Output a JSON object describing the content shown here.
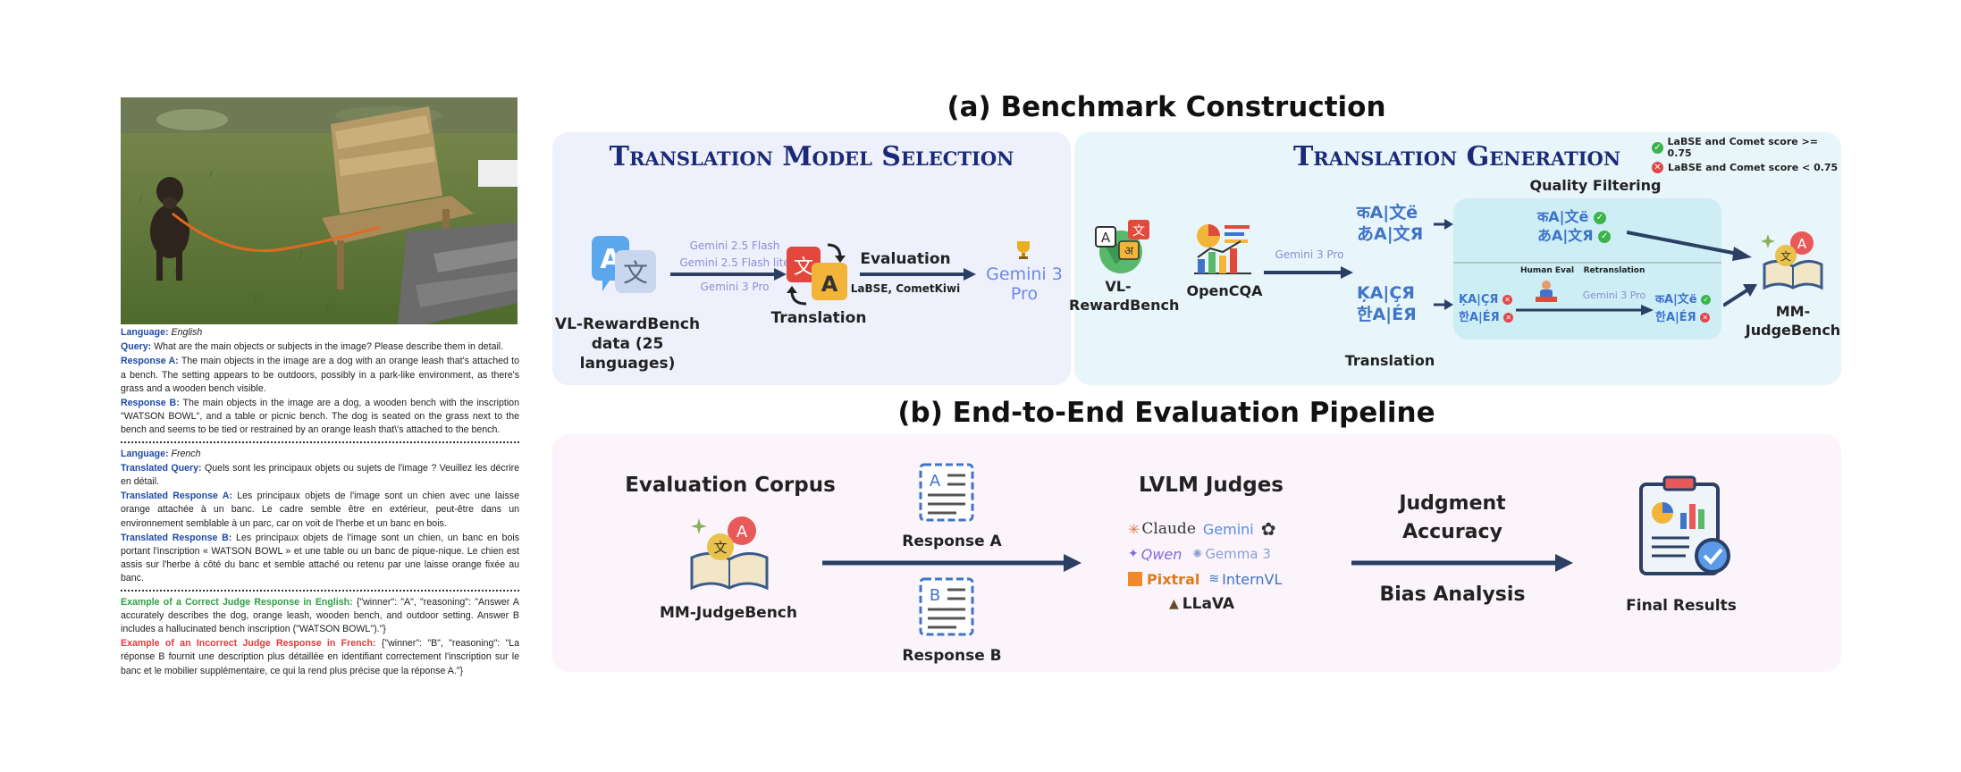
{
  "left": {
    "english": {
      "language_label": "Language:",
      "language_value": "English",
      "query_label": "Query:",
      "query": "What are the main objects or subjects in the image? Please describe them in detail.",
      "response_a_label": "Response A:",
      "response_a": "The main objects in the image are a dog with an orange leash that's attached to a bench. The setting appears to be outdoors, possibly in a park-like environment, as there's grass and a wooden bench visible.",
      "response_b_label": "Response B:",
      "response_b": "The main objects in the image are a dog, a wooden bench with the inscription \"WATSON BOWL\", and a table or picnic bench. The dog is seated on the grass next to the bench and seems to be tied or restrained by an orange leash that\\'s attached to the bench."
    },
    "french": {
      "language_label": "Language:",
      "language_value": "French",
      "query_label": "Translated Query:",
      "query": "Quels sont les principaux objets ou sujets de l'image ? Veuillez les décrire en détail.",
      "response_a_label": "Translated Response A:",
      "response_a": "Les principaux objets de l'image sont un chien avec une laisse orange attachée à un banc. Le cadre semble être en extérieur, peut-être dans un environnement semblable à un parc, car on voit de l'herbe et un banc en bois.",
      "response_b_label": "Translated Response B:",
      "response_b": "Les principaux objets de l'image sont un chien, un banc en bois portant l'inscription « WATSON BOWL » et une table ou un banc de pique-nique. Le chien est assis sur l'herbe à côté du banc et semble attaché ou retenu par une laisse orange fixée au banc."
    },
    "examples": {
      "correct_label": "Example of a Correct Judge Response in English:",
      "correct_text": "{\"winner\": \"A\",  \"reasoning\": \"Answer A accurately describes the dog, orange leash, wooden bench, and outdoor setting. Answer B includes a hallucinated bench inscription (\"WATSON BOWL\").\"}",
      "incorrect_label": "Example of an Incorrect Judge Response in French:",
      "incorrect_text": "{\"winner\": \"B\",  \"reasoning\": \"La réponse B fournit une description plus détaillée en identifiant correctement l'inscription sur le banc et le mobilier supplémentaire, ce qui la rend plus précise que la réponse A.\"}"
    }
  },
  "section_a": {
    "title": "(a) Benchmark Construction",
    "tms": {
      "title": "Translation Model Selection",
      "source_label": "VL-RewardBench data (25 languages)",
      "models": [
        "Gemini 2.5 Flash",
        "Gemini 2.5 Flash lite",
        "Gemini 3 Pro"
      ],
      "translation_label": "Translation",
      "evaluation_label": "Evaluation",
      "metrics_label": "LaBSE, CometKiwi",
      "winner": "Gemini 3 Pro"
    },
    "tg": {
      "title": "Translation Generation",
      "legend_pass": "LaBSE and Comet score >= 0.75",
      "legend_fail": "LaBSE and Comet score < 0.75",
      "vl_label": "VL-RewardBench",
      "opencqa_label": "OpenCQA",
      "model_label": "Gemini 3 Pro",
      "translation_label": "Translation",
      "quality_label": "Quality Filtering",
      "human_eval_label": "Human Eval",
      "retranslation_label": "Retranslation",
      "retrans_model": "Gemini 3 Pro",
      "output_label": "MM-JudgeBench",
      "glyph_row1": "कA|文ë",
      "glyph_row2": "あA|文Я",
      "glyph_row3": "ĶA|ÇЯ",
      "glyph_row4": "한A|ÉЯ"
    }
  },
  "section_b": {
    "title": "(b) End-to-End Evaluation Pipeline",
    "corpus_label": "Evaluation Corpus",
    "corpus_name": "MM-JudgeBench",
    "response_a": "Response A",
    "response_b": "Response B",
    "judges_label": "LVLM Judges",
    "judges": [
      "Claude",
      "Gemini",
      "Qwen",
      "Gemma 3",
      "Pixtral",
      "InternVL",
      "LLaVA"
    ],
    "judgment": "Judgment Accuracy",
    "bias": "Bias Analysis",
    "final_label": "Final Results"
  },
  "colors": {
    "panel_left": "#eef0fb",
    "panel_right": "#e8f5fa",
    "panel_b": "#fbf4fa",
    "arrow": "#2a3f63",
    "title_navy": "#1b2a78",
    "label_blue": "#1f4aa6",
    "pass_green": "#3cb44b",
    "fail_red": "#e04848"
  }
}
